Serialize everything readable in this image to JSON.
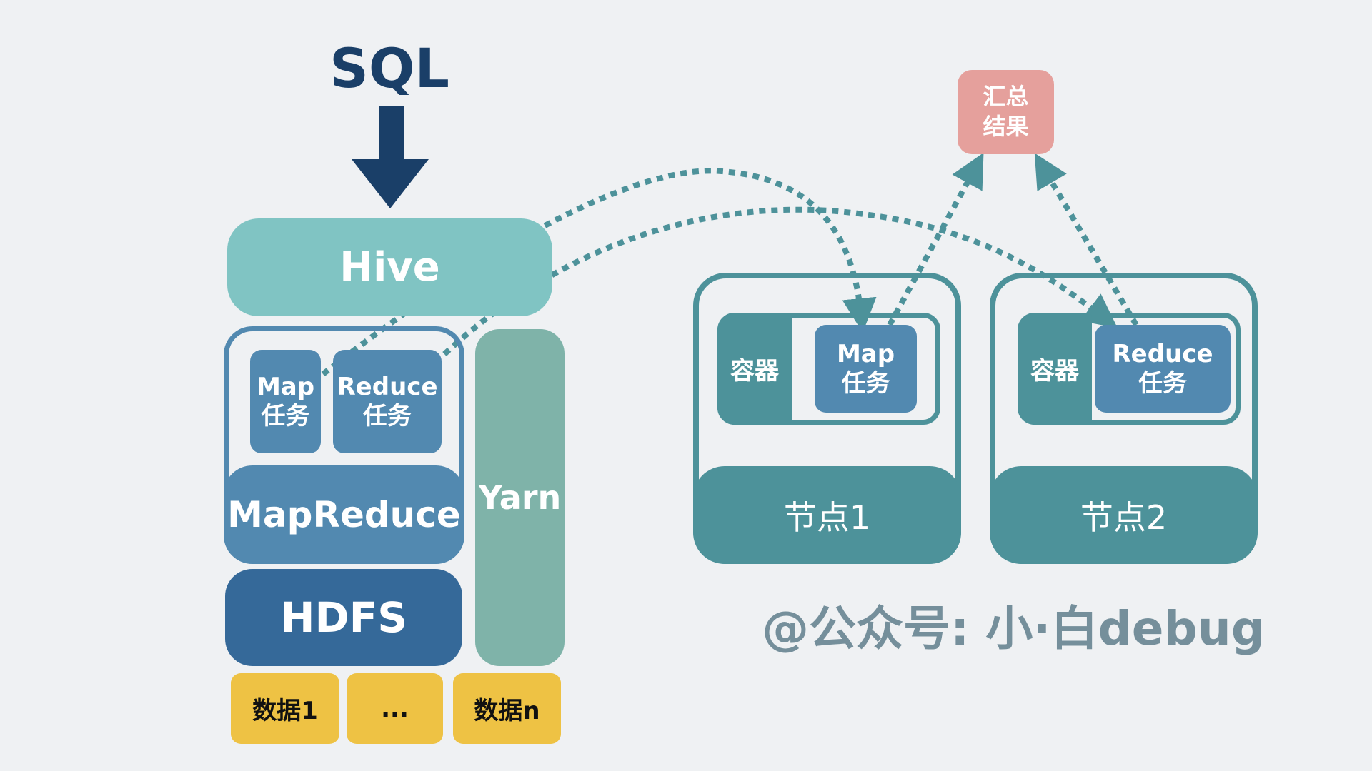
{
  "input": {
    "label": "SQL"
  },
  "stack": {
    "hive": "Hive",
    "mapreduce": {
      "label": "MapReduce",
      "tasks": [
        {
          "line1": "Map",
          "line2": "任务"
        },
        {
          "line1": "Reduce",
          "line2": "任务"
        }
      ]
    },
    "hdfs": "HDFS",
    "yarn": "Yarn",
    "data_blocks": [
      "数据1",
      "...",
      "数据n"
    ]
  },
  "nodes": [
    {
      "label": "节点1",
      "container_label": "容器",
      "task": {
        "line1": "Map",
        "line2": "任务"
      }
    },
    {
      "label": "节点2",
      "container_label": "容器",
      "task": {
        "line1": "Reduce",
        "line2": "任务"
      }
    }
  ],
  "result": {
    "line1": "汇总",
    "line2": "结果"
  },
  "watermark": "@公众号: 小·白debug",
  "colors": {
    "background": "#eff1f3",
    "sql": "#1a3f68",
    "hive": "#80c4c3",
    "mapreduce": "#5289b0",
    "hdfs": "#356999",
    "yarn": "#7fb3a9",
    "data": "#eec244",
    "node": "#4d929a",
    "result": "#e5a09c",
    "dotted_arrow": "#4d929a"
  }
}
